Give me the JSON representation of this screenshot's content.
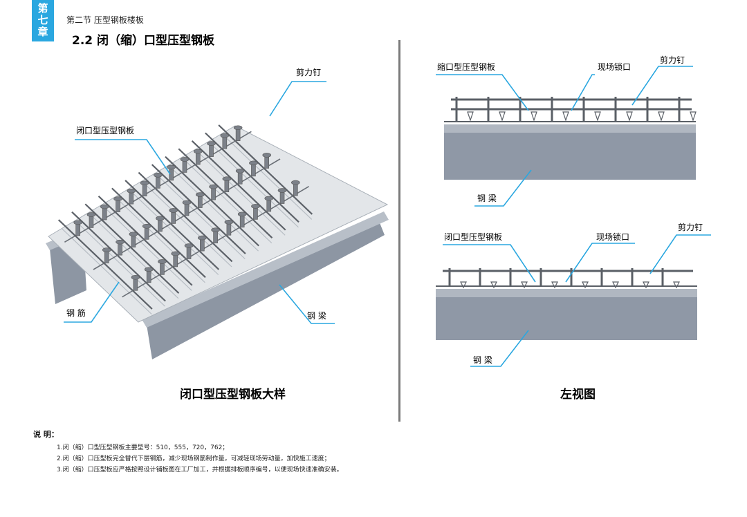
{
  "chapter_tab": {
    "chars": [
      "第",
      "七",
      "章"
    ]
  },
  "section": "第二节 压型钢板楼板",
  "title": "2.2 闭（缩）口型压型钢板",
  "left_figure": {
    "labels": {
      "stud": "剪力钉",
      "deck": "闭口型压型钢板",
      "rebar": "钢 筋",
      "beam": "钢 梁"
    },
    "caption": "闭口型压型钢板大样"
  },
  "right_top": {
    "labels": {
      "deck": "缩口型压型钢板",
      "lock": "现场锁口",
      "stud": "剪力钉",
      "beam": "钢 梁"
    }
  },
  "right_bottom": {
    "labels": {
      "deck": "闭口型压型钢板",
      "lock": "现场锁口",
      "stud": "剪力钉",
      "beam": "钢 梁"
    }
  },
  "right_caption": "左视图",
  "notes": {
    "heading": "说 明：",
    "items": [
      "1.闭（缩）口型压型钢板主要型号：510，555，720，762；",
      "2.闭（缩）口压型板完全替代下层钢筋，减少现场钢筋制作量，可减轻现场劳动量，加快施工速度；",
      "3.闭（缩）口压型板应严格按照设计铺板图在工厂加工，并根据排板顺序编号，以便现场快速准确安装。"
    ]
  },
  "colors": {
    "accent": "#2aa7e0",
    "beam": "#9aa3b0",
    "deck": "#e6e8ea",
    "rebar": "#5a5f66"
  }
}
